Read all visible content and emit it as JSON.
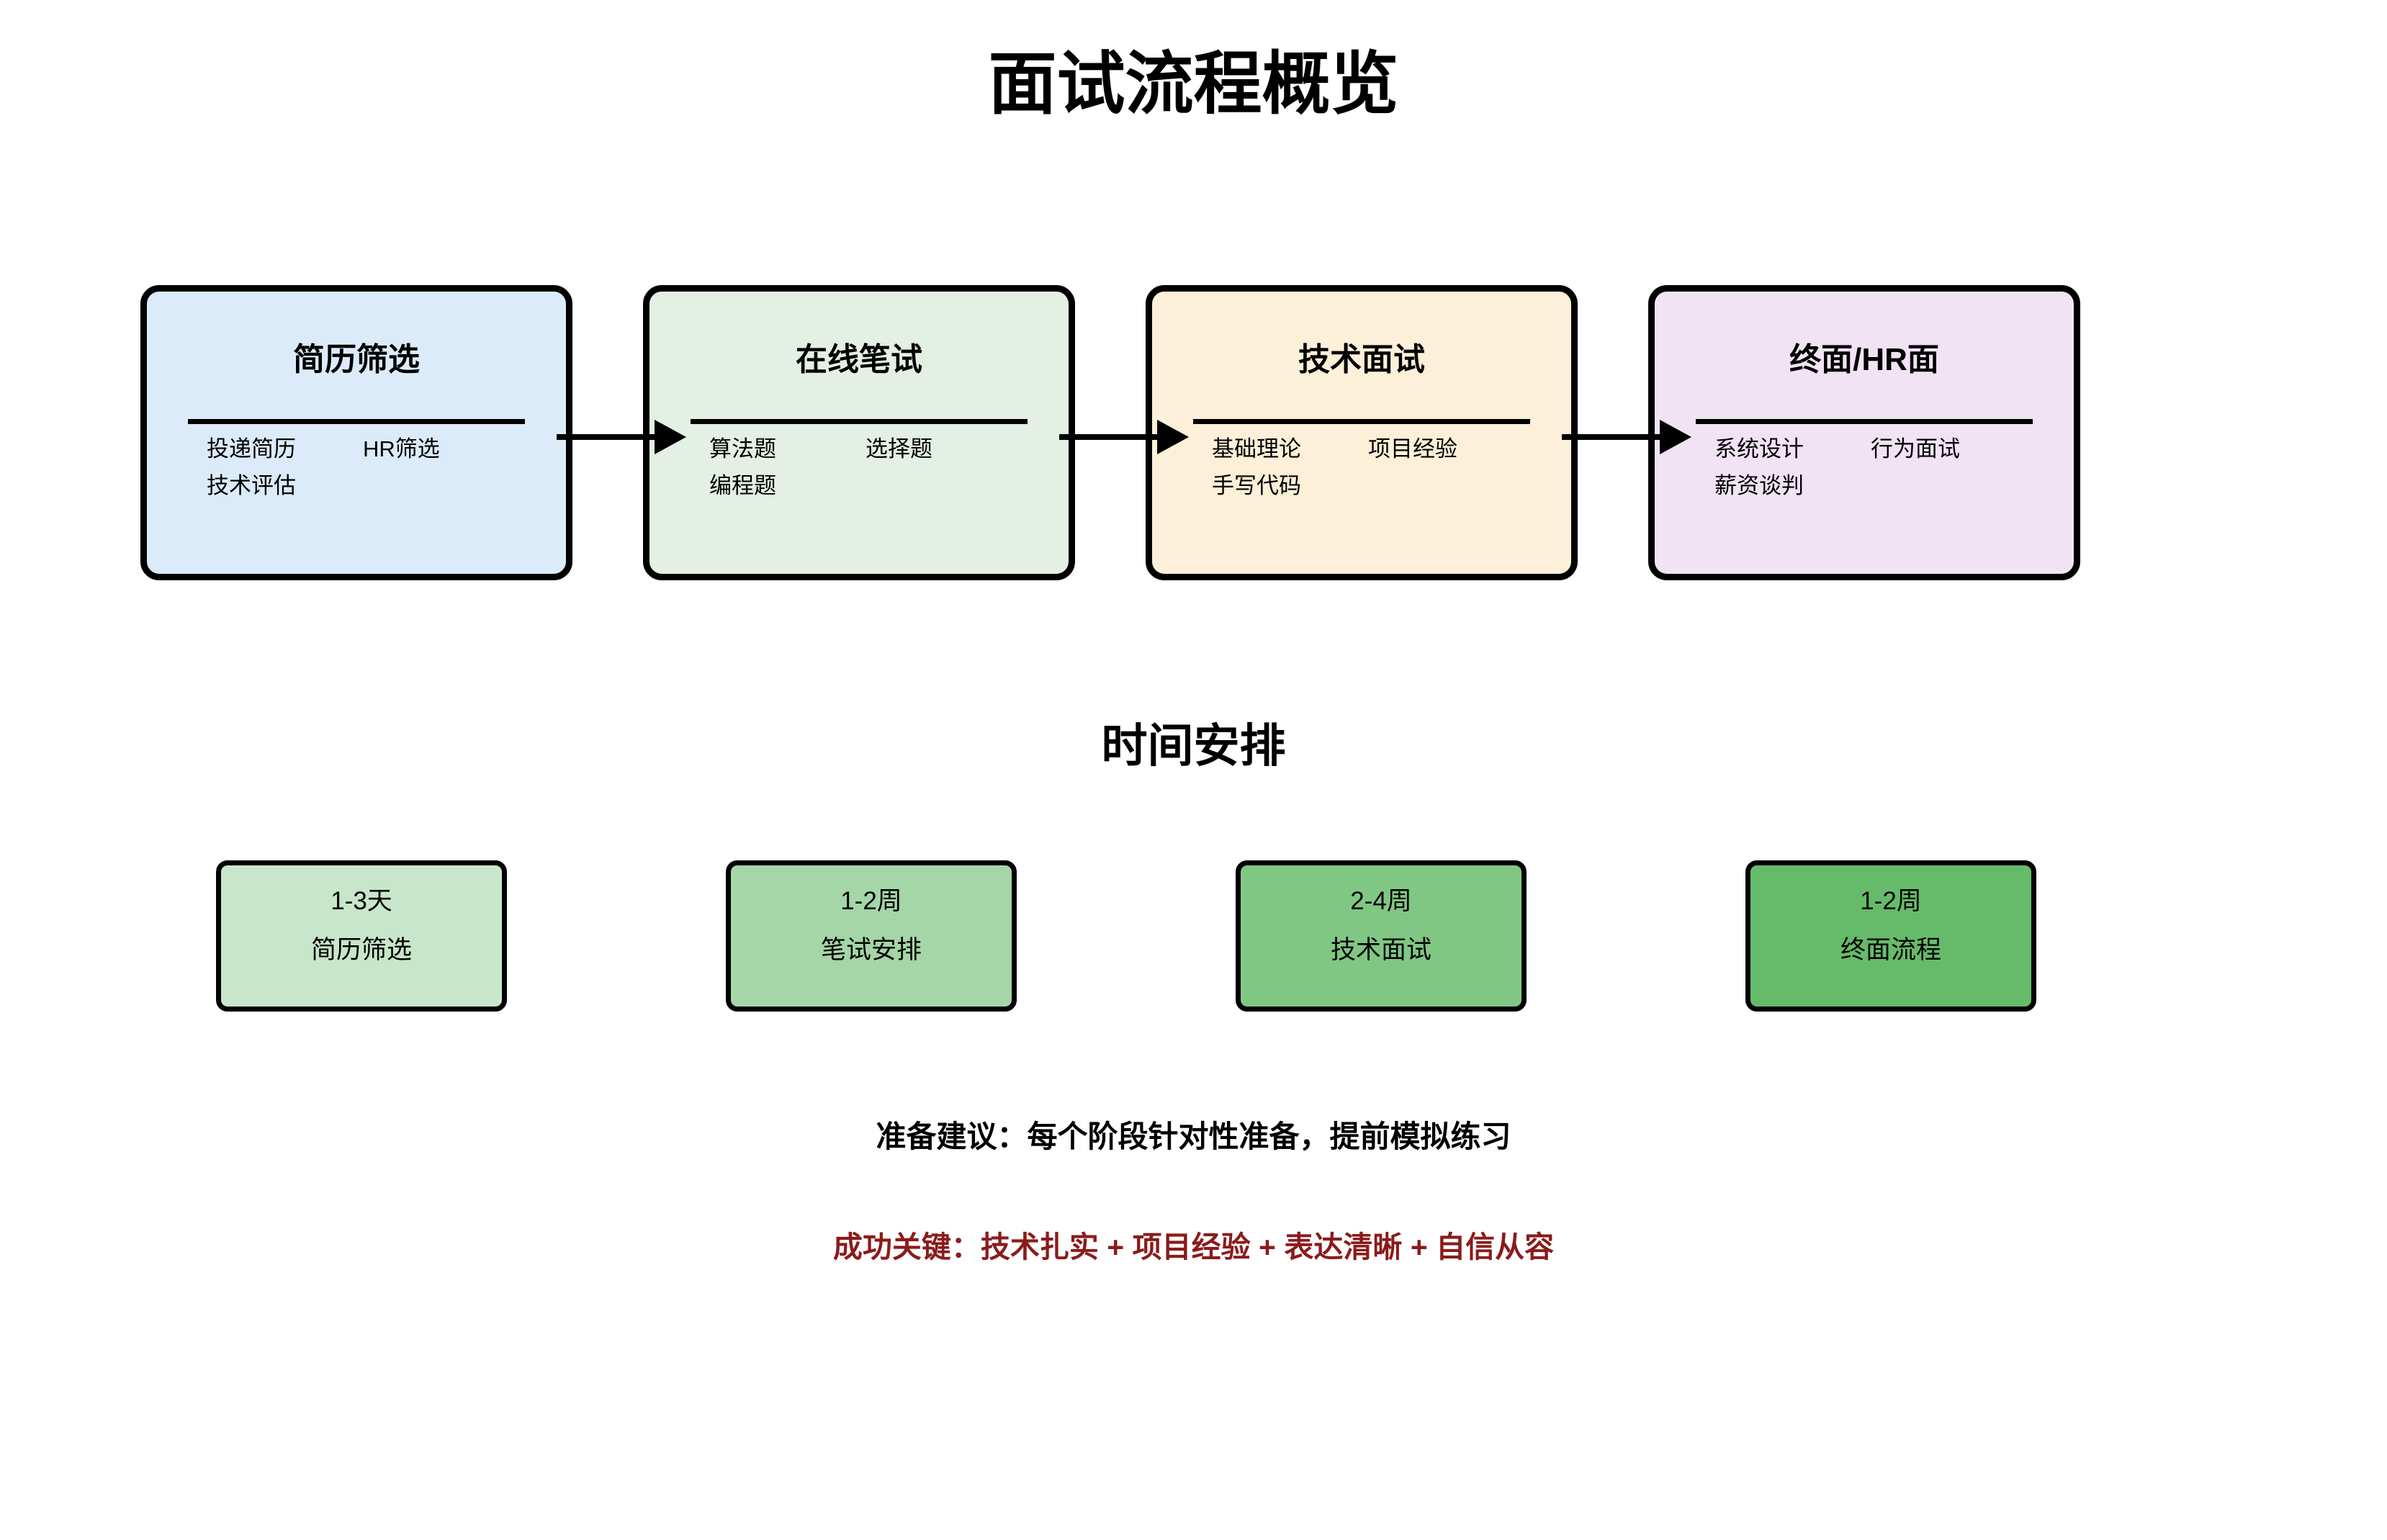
{
  "title": "面试流程概览",
  "flow": {
    "stages": [
      {
        "title": "简历筛选",
        "items_left": [
          "投递简历",
          "技术评估"
        ],
        "items_right": [
          "HR筛选"
        ],
        "fill": "#dcebf9"
      },
      {
        "title": "在线笔试",
        "items_left": [
          "算法题",
          "编程题"
        ],
        "items_right": [
          "选择题"
        ],
        "fill": "#e3f0e3"
      },
      {
        "title": "技术面试",
        "items_left": [
          "基础理论",
          "手写代码"
        ],
        "items_right": [
          "项目经验"
        ],
        "fill": "#fdf0d9"
      },
      {
        "title": "终面/HR面",
        "items_left": [
          "系统设计",
          "薪资谈判"
        ],
        "items_right": [
          "行为面试"
        ],
        "fill": "#f1e3f4"
      }
    ]
  },
  "timeline": {
    "heading": "时间安排",
    "phases": [
      {
        "duration": "1-3天",
        "label": "简历筛选",
        "fill": "#c8e6c9"
      },
      {
        "duration": "1-2周",
        "label": "笔试安排",
        "fill": "#a5d6a7"
      },
      {
        "duration": "2-4周",
        "label": "技术面试",
        "fill": "#81c784"
      },
      {
        "duration": "1-2周",
        "label": "终面流程",
        "fill": "#66bb6a"
      }
    ]
  },
  "notes": {
    "preparation": "准备建议：每个阶段针对性准备，提前模拟练习",
    "success": "成功关键：技术扎实 + 项目经验 + 表达清晰 + 自信从容",
    "success_color": "#8b1b1b"
  }
}
